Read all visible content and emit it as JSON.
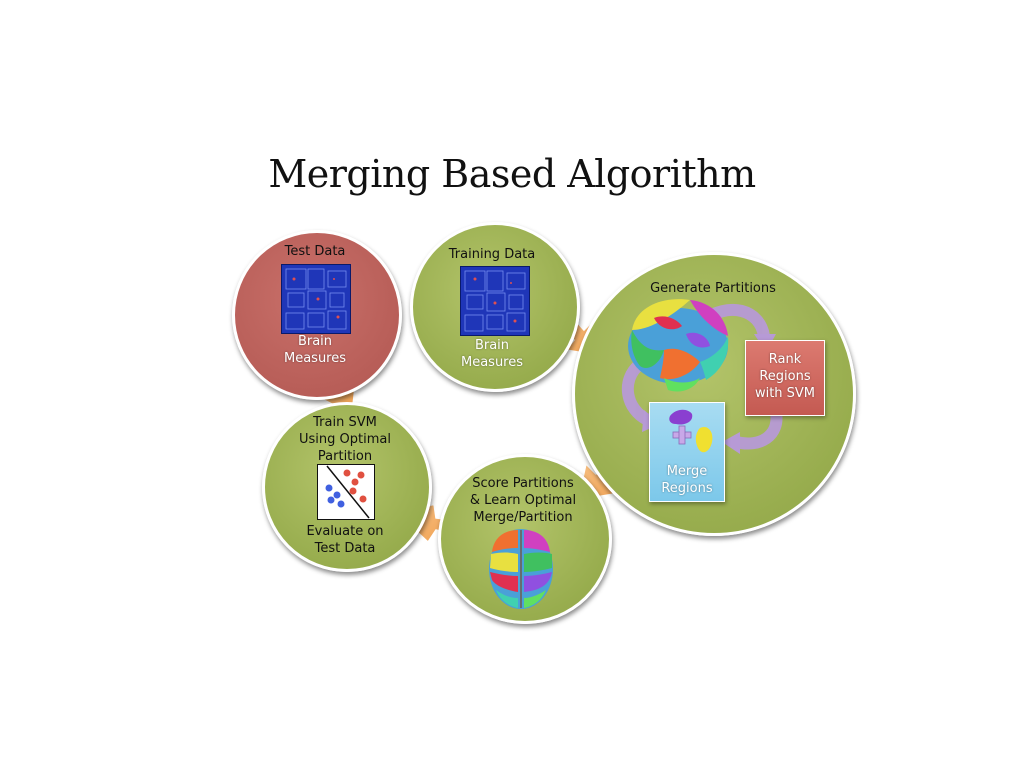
{
  "title": "Merging Based Algorithm",
  "nodes": {
    "test_data": {
      "title": "Test Data",
      "caption": "Brain\nMeasures"
    },
    "training_data": {
      "title": "Training Data",
      "caption": "Brain\nMeasures"
    },
    "generate_partitions": {
      "title": "Generate Partitions",
      "rank_box": "Rank\nRegions\nwith SVM",
      "merge_box": "Merge\nRegions"
    },
    "train_svm": {
      "title": "Train SVM\nUsing Optimal\nPartition",
      "caption": "Evaluate on\nTest Data"
    },
    "score_partitions": {
      "title": "Score Partitions\n& Learn Optimal\nMerge/Partition"
    }
  },
  "colors": {
    "green": "#98ad4e",
    "red": "#b85e58",
    "arrow": "#f4b06a",
    "rank_box": "#d06a60",
    "merge_box": "#8fd2ee",
    "cycle_arrow": "#b79ad6"
  }
}
